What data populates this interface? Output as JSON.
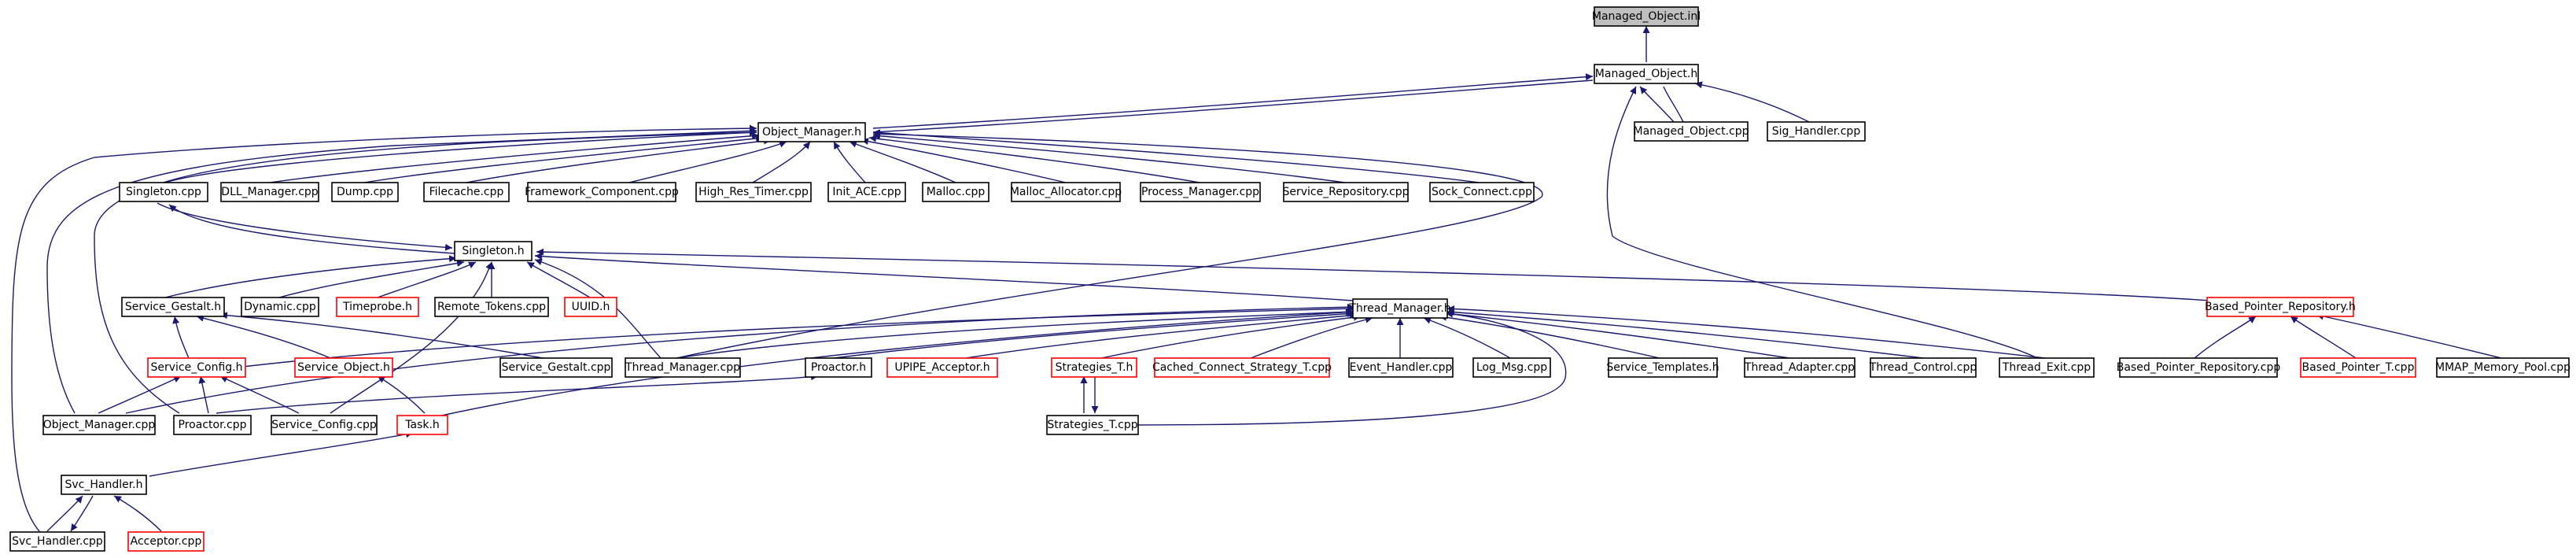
{
  "colors": {
    "edge": "#191970",
    "normal_border": "#000000",
    "incomplete_border": "#ff0000",
    "root_fill": "#bfbfbf"
  },
  "nodes": {
    "managed_object_inl": "Managed_Object.inl",
    "managed_object_h": "Managed_Object.h",
    "object_manager_h": "Object_Manager.h",
    "managed_object_cpp": "Managed_Object.cpp",
    "sig_handler_cpp": "Sig_Handler.cpp",
    "singleton_cpp": "Singleton.cpp",
    "dll_manager_cpp": "DLL_Manager.cpp",
    "dump_cpp": "Dump.cpp",
    "filecache_cpp": "Filecache.cpp",
    "framework_component_cpp": "Framework_Component.cpp",
    "high_res_timer_cpp": "High_Res_Timer.cpp",
    "init_ace_cpp": "Init_ACE.cpp",
    "malloc_cpp": "Malloc.cpp",
    "malloc_allocator_cpp": "Malloc_Allocator.cpp",
    "process_manager_cpp": "Process_Manager.cpp",
    "service_repository_cpp": "Service_Repository.cpp",
    "sock_connect_cpp": "Sock_Connect.cpp",
    "singleton_h": "Singleton.h",
    "service_gestalt_h": "Service_Gestalt.h",
    "dynamic_cpp": "Dynamic.cpp",
    "timeprobe_h": "Timeprobe.h",
    "remote_tokens_cpp": "Remote_Tokens.cpp",
    "uuid_h": "UUID.h",
    "thread_manager_h": "Thread_Manager.h",
    "based_pointer_repository_h": "Based_Pointer_Repository.h",
    "service_config_h": "Service_Config.h",
    "service_object_h": "Service_Object.h",
    "service_gestalt_cpp": "Service_Gestalt.cpp",
    "thread_manager_cpp": "Thread_Manager.cpp",
    "proactor_h": "Proactor.h",
    "upipe_acceptor_h": "UPIPE_Acceptor.h",
    "strategies_t_h": "Strategies_T.h",
    "cached_connect_strategy_t_cpp": "Cached_Connect_Strategy_T.cpp",
    "event_handler_cpp": "Event_Handler.cpp",
    "log_msg_cpp": "Log_Msg.cpp",
    "service_templates_h": "Service_Templates.h",
    "thread_adapter_cpp": "Thread_Adapter.cpp",
    "thread_control_cpp": "Thread_Control.cpp",
    "thread_exit_cpp": "Thread_Exit.cpp",
    "based_pointer_repository_cpp": "Based_Pointer_Repository.cpp",
    "based_pointer_t_cpp": "Based_Pointer_T.cpp",
    "mmap_memory_pool_cpp": "MMAP_Memory_Pool.cpp",
    "object_manager_cpp": "Object_Manager.cpp",
    "proactor_cpp": "Proactor.cpp",
    "service_config_cpp": "Service_Config.cpp",
    "task_h": "Task.h",
    "strategies_t_cpp": "Strategies_T.cpp",
    "svc_handler_h": "Svc_Handler.h",
    "svc_handler_cpp": "Svc_Handler.cpp",
    "acceptor_cpp": "Acceptor.cpp"
  }
}
